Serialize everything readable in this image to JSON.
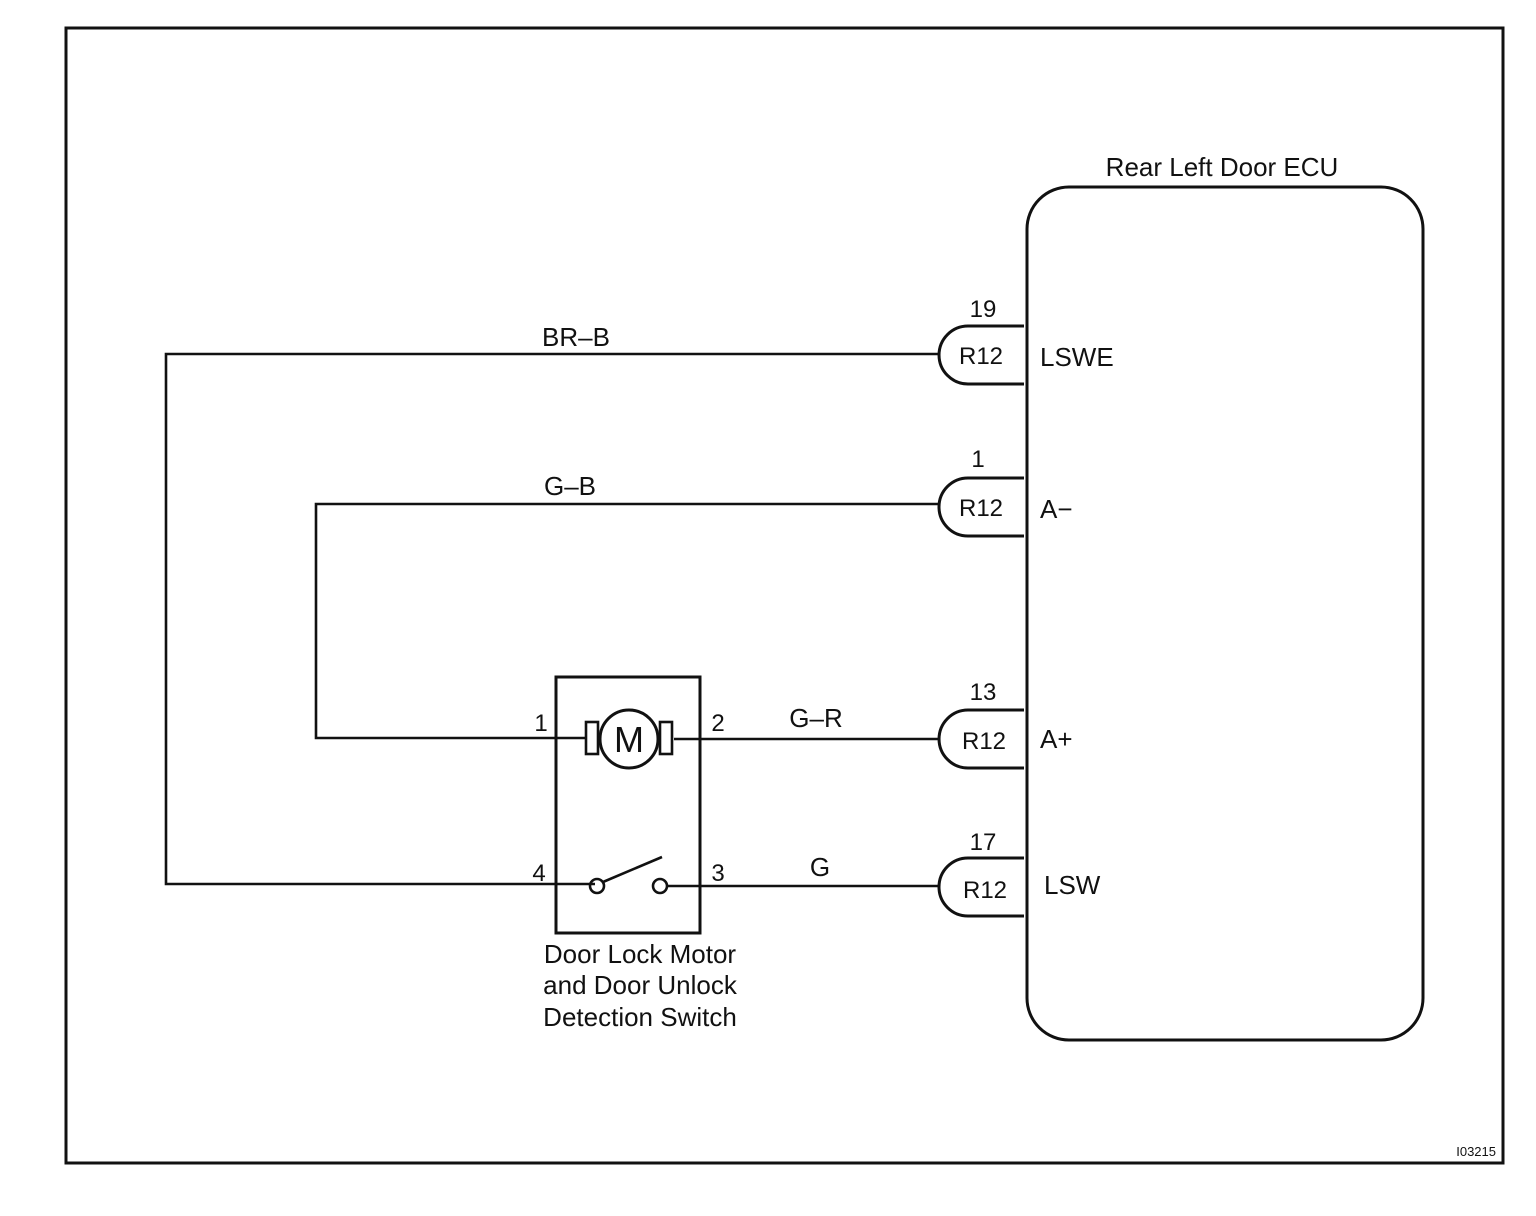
{
  "ecu": {
    "title": "Rear Left Door ECU",
    "connectors": [
      {
        "pin": "19",
        "code": "R12",
        "terminal": "LSWE"
      },
      {
        "pin": "1",
        "code": "R12",
        "terminal": "A−"
      },
      {
        "pin": "13",
        "code": "R12",
        "terminal": "A+"
      },
      {
        "pin": "17",
        "code": "R12",
        "terminal": "LSW"
      }
    ]
  },
  "wires": [
    {
      "color_code": "BR–B"
    },
    {
      "color_code": "G–B"
    },
    {
      "color_code": "G–R"
    },
    {
      "color_code": "G"
    }
  ],
  "component": {
    "motor_symbol": "M",
    "pins": [
      "1",
      "2",
      "4",
      "3"
    ],
    "label_lines": [
      "Door Lock Motor",
      "and Door Unlock",
      "Detection Switch"
    ]
  },
  "figure_id": "I03215"
}
